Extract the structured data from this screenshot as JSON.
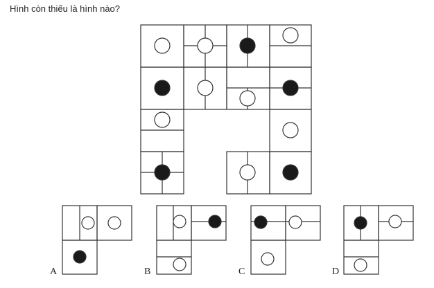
{
  "question": "Hình còn thiếu là hình nào?",
  "options": [
    {
      "id": "a",
      "label": "A"
    },
    {
      "id": "b",
      "label": "B"
    },
    {
      "id": "c",
      "label": "C"
    },
    {
      "id": "d",
      "label": "D"
    }
  ],
  "colors": {
    "line": "#333333",
    "dot_filled": "#1a1a1a",
    "dot_empty": "#ffffff"
  }
}
